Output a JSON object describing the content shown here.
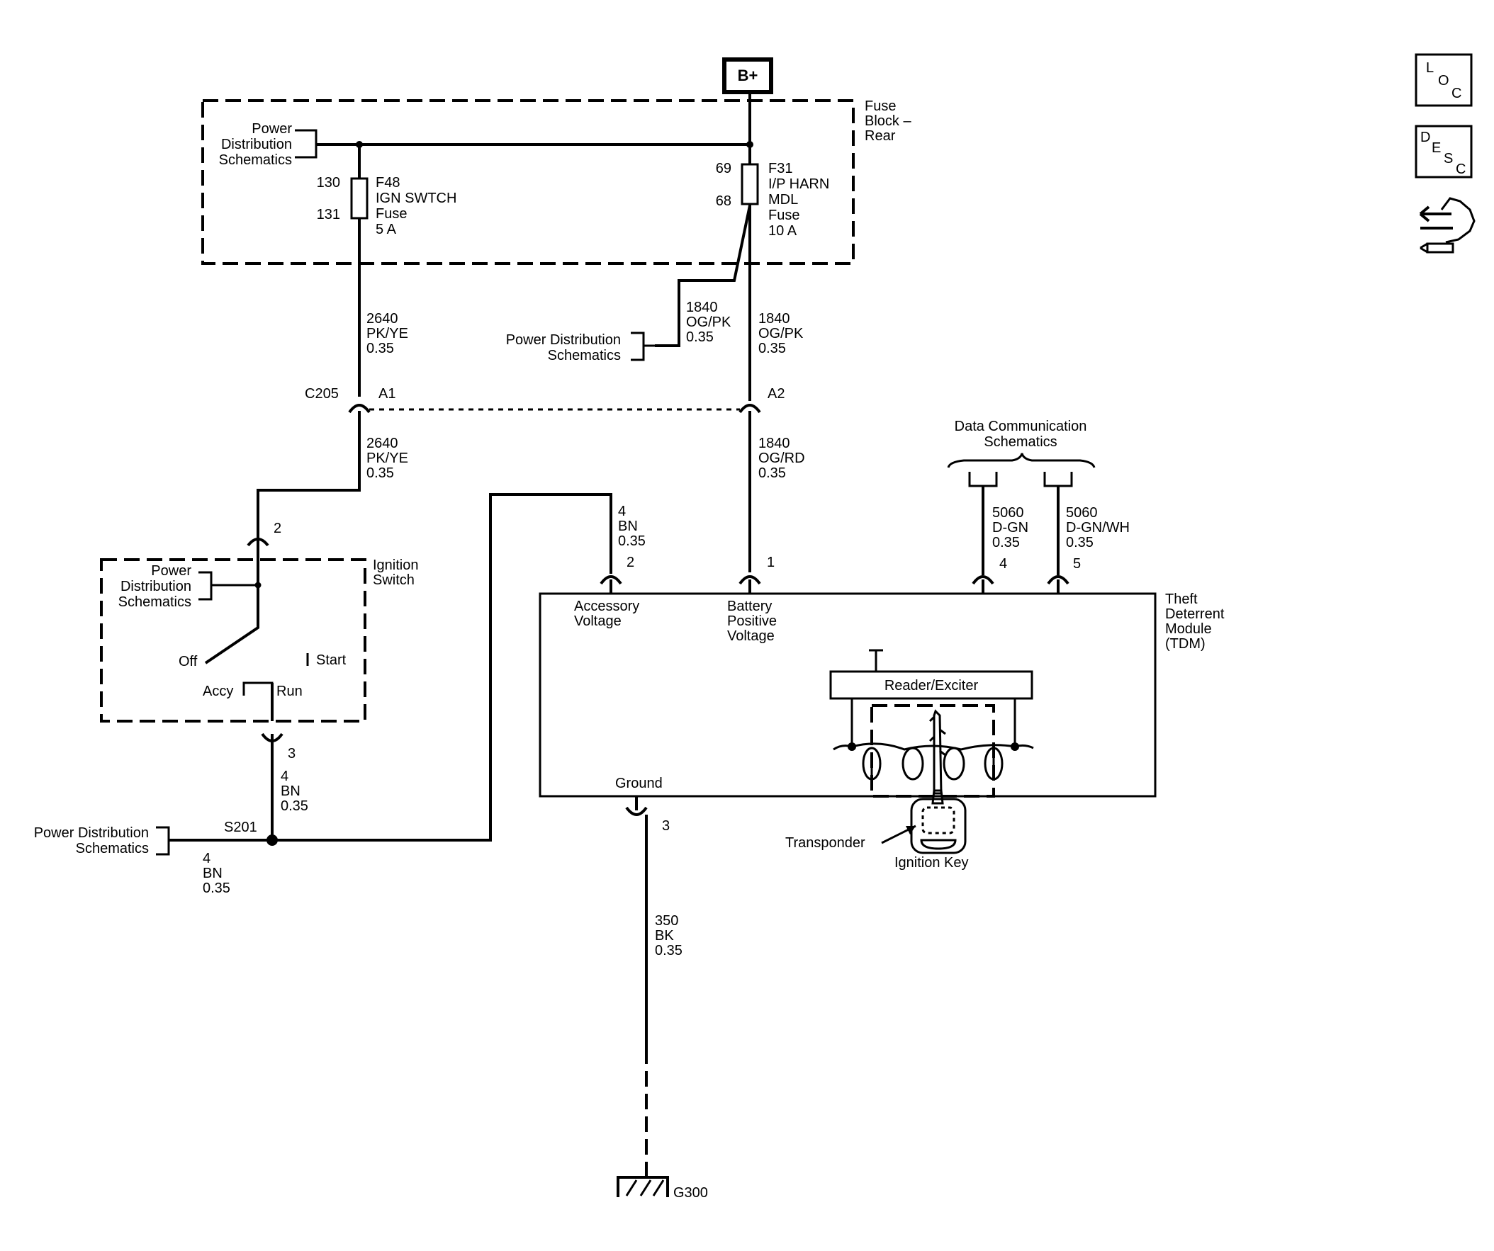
{
  "b_plus": "B+",
  "fuse_block": [
    "Fuse",
    "Block –",
    "Rear"
  ],
  "pds": [
    "Power",
    "Distribution",
    "Schematics"
  ],
  "pds_two": [
    "Power Distribution",
    "Schematics"
  ],
  "f48": {
    "pin_top": "130",
    "pin_bottom": "131",
    "lines": [
      "F48",
      "IGN SWTCH",
      "Fuse",
      "5 A"
    ]
  },
  "f31": {
    "pin_top": "69",
    "pin_bottom": "68",
    "lines": [
      "F31",
      "I/P HARN",
      "MDL",
      "Fuse",
      "10 A"
    ]
  },
  "wire_2640": [
    "2640",
    "PK/YE",
    "0.35"
  ],
  "wire_1840_pk": [
    "1840",
    "OG/PK",
    "0.35"
  ],
  "wire_1840_rd": [
    "1840",
    "OG/RD",
    "0.35"
  ],
  "wire_4bn": [
    "4",
    "BN",
    "0.35"
  ],
  "wire_350": [
    "350",
    "BK",
    "0.35"
  ],
  "wire_5060_gn": [
    "5060",
    "D-GN",
    "0.35"
  ],
  "wire_5060_wh": [
    "5060",
    "D-GN/WH",
    "0.35"
  ],
  "c205": {
    "name": "C205",
    "a1": "A1",
    "a2": "A2"
  },
  "ignition_switch": {
    "title": [
      "Ignition",
      "Switch"
    ],
    "pin_in": "2",
    "pin_out": "3",
    "off": "Off",
    "start": "Start",
    "accy": "Accy",
    "run": "Run"
  },
  "splice": "S201",
  "data_comm": [
    "Data Communication",
    "Schematics"
  ],
  "tdm": {
    "title": [
      "Theft",
      "Deterrent",
      "Module",
      "(TDM)"
    ],
    "accessory": [
      "Accessory",
      "Voltage"
    ],
    "battery": [
      "Battery",
      "Positive",
      "Voltage"
    ],
    "ground": "Ground",
    "reader": "Reader/Exciter",
    "pins": {
      "acc": "2",
      "bat": "1",
      "d1": "4",
      "d2": "5",
      "gnd": "3"
    }
  },
  "transponder": "Transponder",
  "ignition_key": "Ignition Key",
  "g300": "G300",
  "icons": {
    "loc": [
      "L",
      "O",
      "C"
    ],
    "desc": [
      "D",
      "E",
      "S",
      "C"
    ],
    "nav": "connector-tool-icon"
  }
}
